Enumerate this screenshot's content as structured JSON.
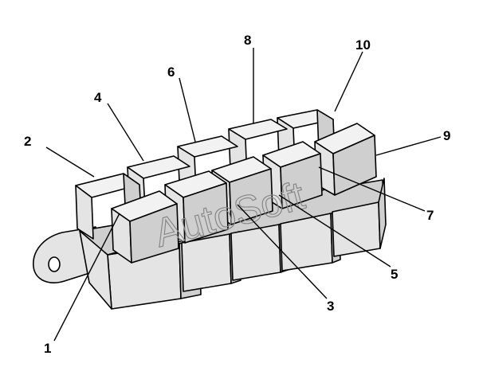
{
  "diagram": {
    "watermark": "AutoSoft",
    "colors": {
      "top": "#f2f2f2",
      "front": "#e4e4e4",
      "side": "#cfcfcf",
      "outline": "#000000"
    },
    "callouts": [
      {
        "id": "1",
        "text": "1"
      },
      {
        "id": "2",
        "text": "2"
      },
      {
        "id": "3",
        "text": "3"
      },
      {
        "id": "4",
        "text": "4"
      },
      {
        "id": "5",
        "text": "5"
      },
      {
        "id": "6",
        "text": "6"
      },
      {
        "id": "7",
        "text": "7"
      },
      {
        "id": "8",
        "text": "8"
      },
      {
        "id": "9",
        "text": "9"
      },
      {
        "id": "10",
        "text": "10"
      }
    ]
  }
}
